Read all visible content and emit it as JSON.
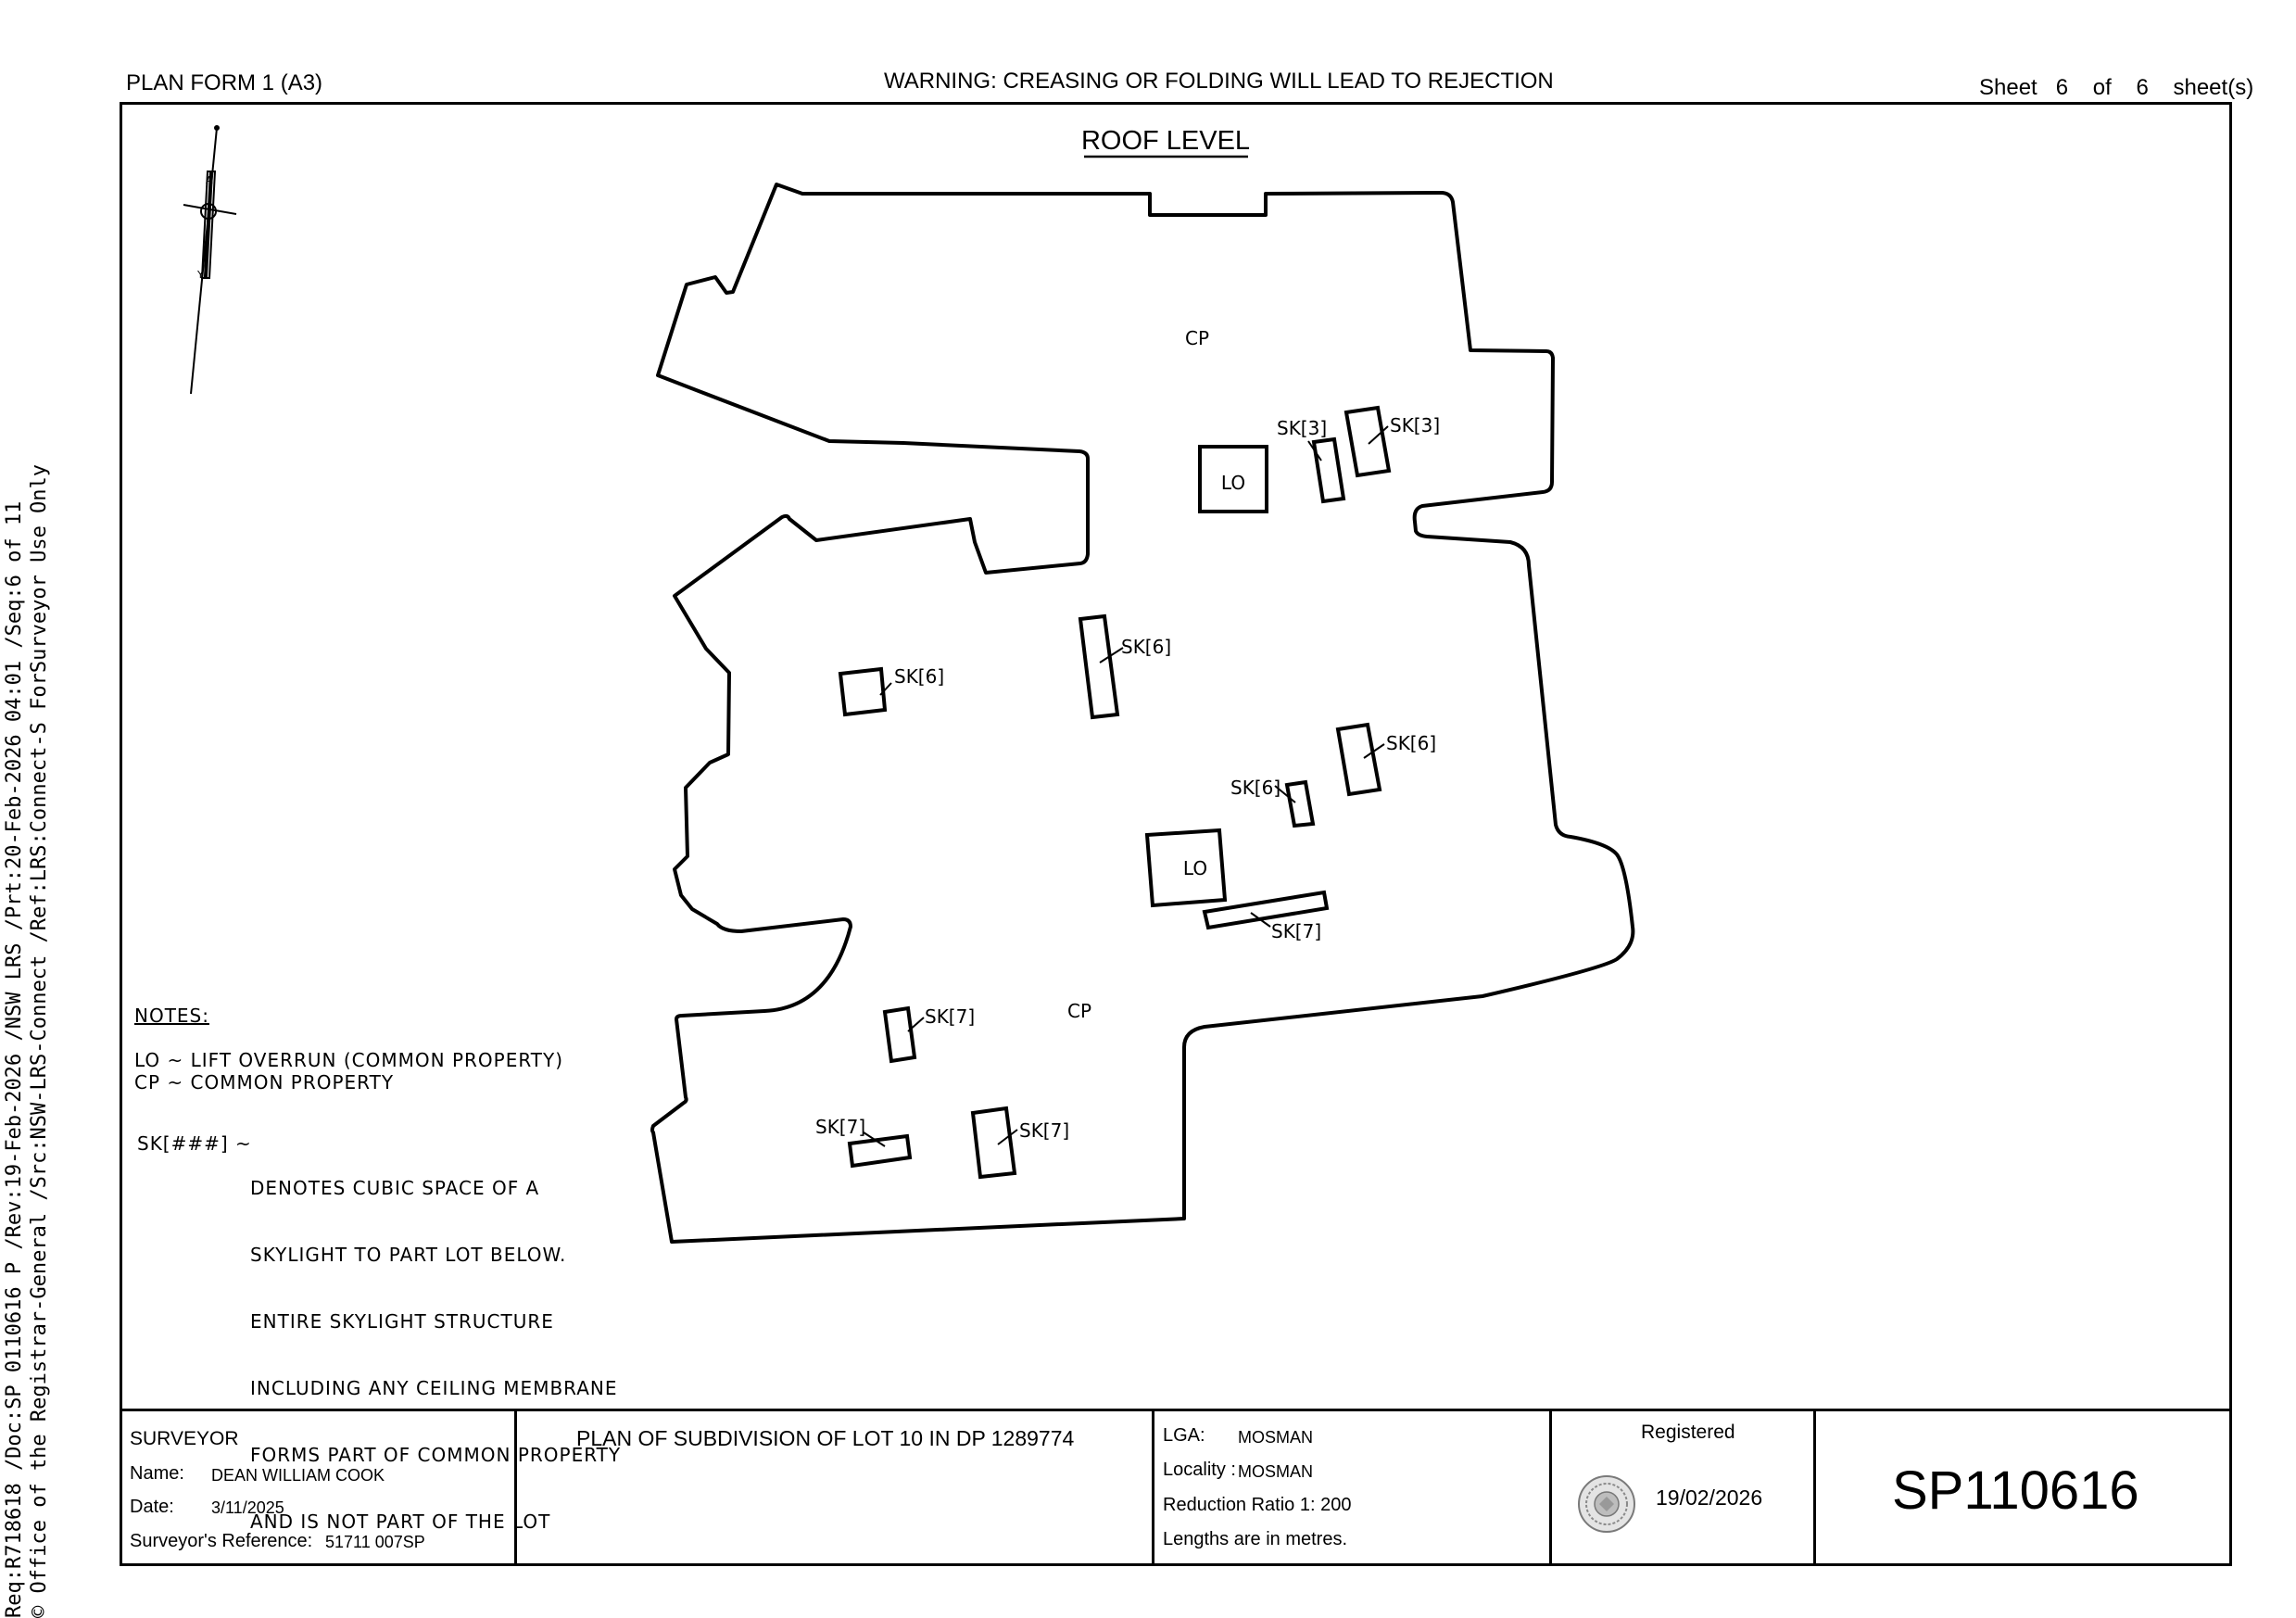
{
  "header": {
    "form": "PLAN FORM 1 (A3)",
    "warning": "WARNING: CREASING OR FOLDING WILL LEAD TO REJECTION",
    "sheet_label": "Sheet",
    "sheet_num": "6",
    "of_label": "of",
    "sheet_total": "6",
    "sheets_label": "sheet(s)"
  },
  "side_text": {
    "line1": "Req:R718618 /Doc:SP 0110616 P /Rev:19-Feb-2026 /NSW LRS /Prt:20-Feb-2026 04:01 /Seq:6 of 11",
    "line2": "© Office of the Registrar-General /Src:NSW-LRS-Connect /Ref:LRS:Connect-S  ForSurveyor Use Only"
  },
  "plan": {
    "title": "ROOF LEVEL",
    "labels": {
      "cp_top": "CP",
      "cp_bottom": "CP",
      "lo_top": "LO",
      "lo_mid": "LO",
      "sk3_a": "SK[3]",
      "sk3_b": "SK[3]",
      "sk6_a": "SK[6]",
      "sk6_b": "SK[6]",
      "sk6_c": "SK[6]",
      "sk6_d": "SK[6]",
      "sk7_a": "SK[7]",
      "sk7_b": "SK[7]",
      "sk7_c": "SK[7]",
      "sk7_d": "SK[7]"
    }
  },
  "notes": {
    "heading": "NOTES:",
    "lo_line": "LO ~ LIFT OVERRUN (COMMON PROPERTY)",
    "cp_line": "CP ~ COMMON PROPERTY",
    "sk_key": "SK[###] ~",
    "sk_lines": [
      "DENOTES CUBIC SPACE OF A",
      "SKYLIGHT TO PART LOT BELOW.",
      "ENTIRE SKYLIGHT STRUCTURE",
      "INCLUDING ANY CEILING MEMBRANE",
      "FORMS PART OF COMMON PROPERTY",
      "AND IS NOT PART OF THE LOT"
    ]
  },
  "title_block": {
    "surveyor_heading": "SURVEYOR",
    "name_label": "Name:",
    "name_value": "DEAN WILLIAM COOK",
    "date_label": "Date:",
    "date_value": "3/11/2025",
    "ref_label": "Surveyor's Reference:",
    "ref_value": "51711 007SP",
    "plan_title": "PLAN OF SUBDIVISION OF LOT 10 IN DP 1289774",
    "lga_label": "LGA:",
    "lga_value": "MOSMAN",
    "locality_label": "Locality :",
    "locality_value": "MOSMAN",
    "reduction": "Reduction Ratio 1:  200",
    "lengths": "Lengths are in metres.",
    "registered_label": "Registered",
    "registered_date": "19/02/2026",
    "plan_number": "SP110616"
  }
}
